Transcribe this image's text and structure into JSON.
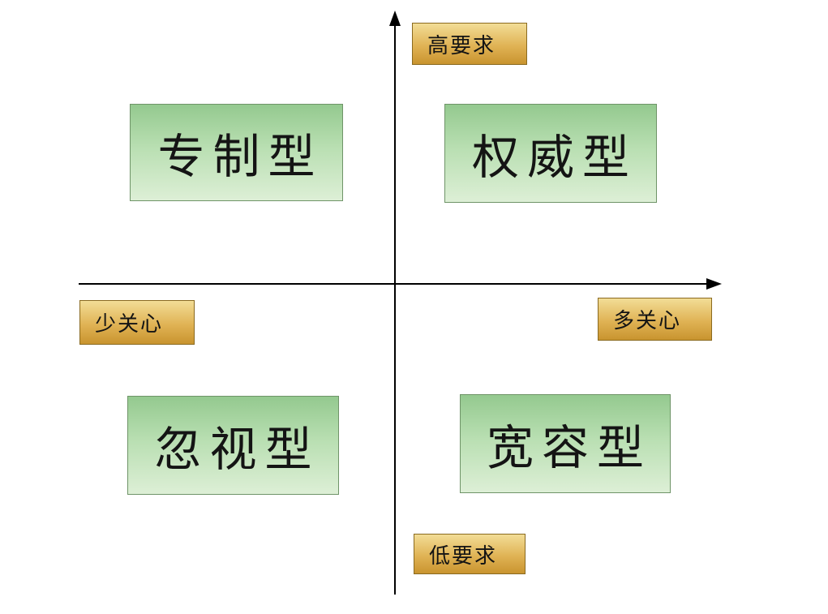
{
  "diagram": {
    "type": "quadrant-matrix",
    "axis_labels": {
      "top": "高要求",
      "bottom": "低要求",
      "left": "少关心",
      "right": "多关心"
    },
    "quadrants": {
      "top_left": "专制型",
      "top_right": "权威型",
      "bottom_left": "忽视型",
      "bottom_right": "宽容型"
    },
    "colors": {
      "quadrant_gradient_top": "#94c98f",
      "quadrant_gradient_bottom": "#ddefd6",
      "axis_label_gradient_top": "#f2dd96",
      "axis_label_gradient_bottom": "#c9942f",
      "axis_line": "#000000",
      "background": "#ffffff"
    }
  }
}
